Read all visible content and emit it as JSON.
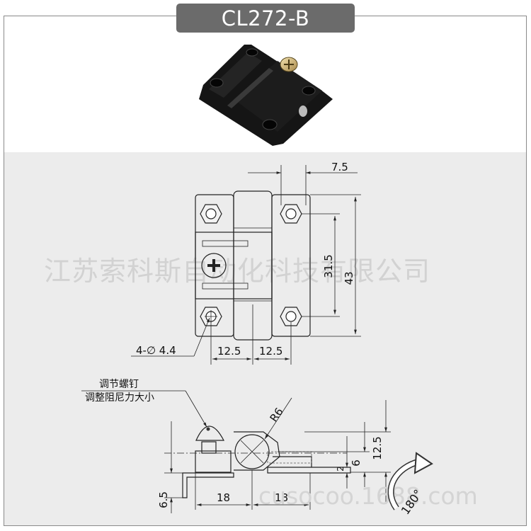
{
  "product": {
    "model": "CL272-B"
  },
  "dimensions": {
    "top_offset": "7.5",
    "inner_height": "31.5",
    "total_height": "43",
    "hole_spec": "4-∅ 4.4",
    "half_width_left": "12.5",
    "half_width_right": "12.5",
    "radius": "R6",
    "side_height": "12.5",
    "side_mid": "6",
    "side_small": "2",
    "base_thickness": "6.5",
    "leaf_left": "18",
    "leaf_right": "18",
    "rotation": "180°"
  },
  "annotation": {
    "line1": "调节螺钉",
    "line2": "调整阻尼力大小"
  },
  "watermarks": {
    "company": "江苏索科斯自动化科技有限公司",
    "site": "cusocoo.1688.com"
  }
}
